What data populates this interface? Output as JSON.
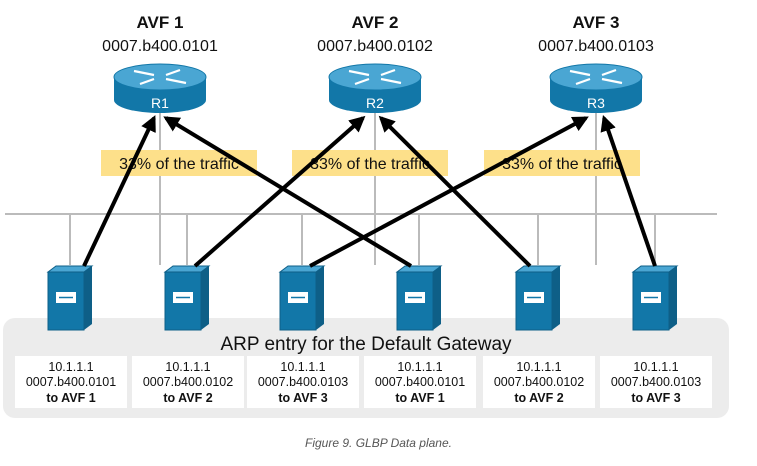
{
  "routers": [
    {
      "title": "AVF 1",
      "mac": "0007.b400.0101",
      "label": "R1"
    },
    {
      "title": "AVF 2",
      "mac": "0007.b400.0102",
      "label": "R2"
    },
    {
      "title": "AVF 3",
      "mac": "0007.b400.0103",
      "label": "R3"
    }
  ],
  "traffic_labels": [
    "33% of the traffic",
    "33% of the traffic",
    "33% of the traffic"
  ],
  "arp_panel_title": "ARP entry for the Default Gateway",
  "arp_entries": [
    {
      "ip": "10.1.1.1",
      "mac": "0007.b400.0101",
      "target": "to AVF 1"
    },
    {
      "ip": "10.1.1.1",
      "mac": "0007.b400.0102",
      "target": "to AVF 2"
    },
    {
      "ip": "10.1.1.1",
      "mac": "0007.b400.0103",
      "target": "to AVF 3"
    },
    {
      "ip": "10.1.1.1",
      "mac": "0007.b400.0101",
      "target": "to AVF 1"
    },
    {
      "ip": "10.1.1.1",
      "mac": "0007.b400.0102",
      "target": "to AVF 2"
    },
    {
      "ip": "10.1.1.1",
      "mac": "0007.b400.0103",
      "target": "to AVF 3"
    }
  ],
  "caption": "Figure 9. GLBP Data plane.",
  "colors": {
    "router": "#1277a8",
    "router_top": "#4aa6d3",
    "server": "#1277a8",
    "highlight": "#fde08a",
    "panel": "#ececec",
    "bus": "#bbbbbb",
    "arrow": "#000000"
  }
}
